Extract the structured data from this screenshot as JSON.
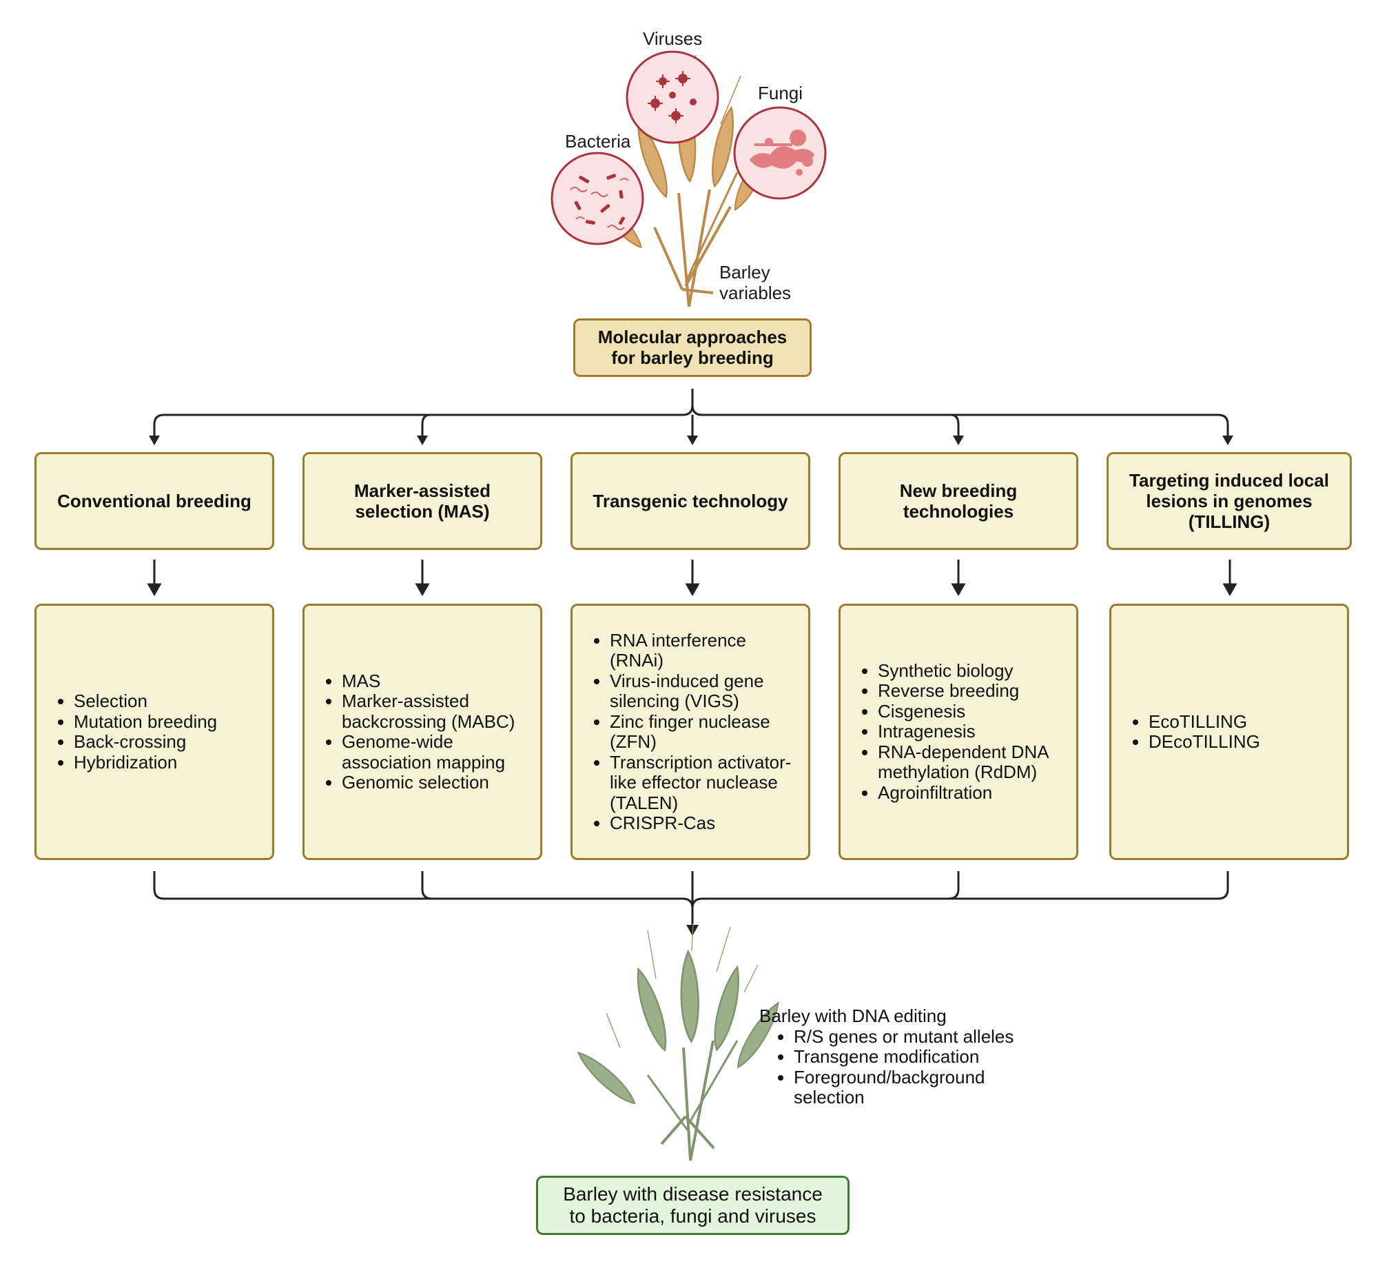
{
  "pathogens": {
    "viruses": "Viruses",
    "fungi": "Fungi",
    "bacteria": "Bacteria"
  },
  "barley_variables": [
    "Barley",
    "variables"
  ],
  "main_box": [
    "Molecular approaches",
    "for barley breeding"
  ],
  "approaches": [
    {
      "title": "Conventional breeding",
      "items": [
        "Selection",
        "Mutation breeding",
        "Back-crossing",
        "Hybridization"
      ]
    },
    {
      "title": "Marker-assisted selection (MAS)",
      "items": [
        "MAS",
        "Marker-assisted backcrossing (MABC)",
        "Genome-wide association mapping",
        "Genomic selection"
      ]
    },
    {
      "title": "Transgenic technology",
      "items": [
        "RNA interference (RNAi)",
        "Virus-induced gene silencing (VIGS)",
        "Zinc finger nuclease (ZFN)",
        "Transcription activator-like effector nuclease (TALEN)",
        "CRISPR-Cas"
      ]
    },
    {
      "title": "New breeding technologies",
      "items": [
        "Synthetic biology",
        "Reverse breeding",
        "Cisgenesis",
        "Intragenesis",
        "RNA-dependent DNA methylation (RdDM)",
        "Agroinfiltration"
      ]
    },
    {
      "title": "Targeting induced local lesions in genomes (TILLING)",
      "items": [
        "EcoTILLING",
        "DEcoTILLING"
      ]
    }
  ],
  "dna_editing": {
    "title": "Barley with DNA editing",
    "items": [
      "R/S genes or mutant alleles",
      "Transgene modification",
      "Foreground/background selection"
    ]
  },
  "result_box": [
    "Barley with disease resistance",
    "to bacteria, fungi and viruses"
  ],
  "colors": {
    "head_box_fill": "#f5f3d6",
    "box_border": "#9a7b2f",
    "main_box_fill": "#f1e2b5",
    "result_fill": "#e3f5dc",
    "result_border": "#3f7a2f",
    "pathogen_fill": "#fbe1e1",
    "pathogen_border": "#a8343d",
    "barley_gold": "#d9ab6c",
    "barley_green": "#9bb08a"
  },
  "icons": [
    "barley-gold-icon",
    "virus-icon",
    "fungi-icon",
    "bacteria-icon",
    "barley-green-icon"
  ]
}
